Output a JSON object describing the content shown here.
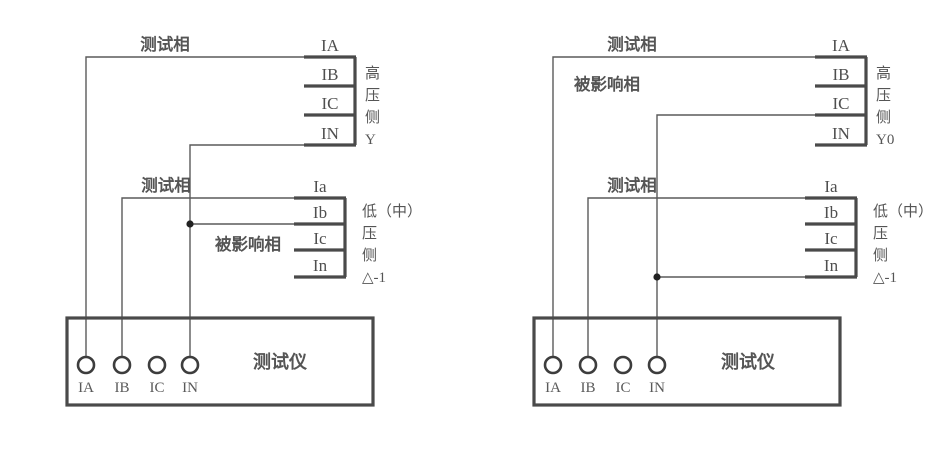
{
  "figure": {
    "kind": "transformer-test-wiring-diagram",
    "panels": [
      {
        "id": "left",
        "hv_block": {
          "terminals": [
            "IA",
            "IB",
            "IC",
            "IN"
          ],
          "side_label_lines": [
            "高",
            "压",
            "侧",
            "Y"
          ],
          "side_label": "高压侧 Y"
        },
        "lv_block": {
          "terminals": [
            "Ia",
            "Ib",
            "Ic",
            "In"
          ],
          "side_label_lines": [
            "低（中）",
            "压",
            "侧",
            "△-1"
          ],
          "side_label": "低（中）压侧 △-1"
        },
        "annotations": [
          {
            "name": "test-phase-hv",
            "text": "测试相"
          },
          {
            "name": "test-phase-lv",
            "text": "测试相"
          },
          {
            "name": "affected-phase",
            "text": "被影响相"
          }
        ],
        "instrument": {
          "title": "测试仪",
          "jacks": [
            "IA",
            "IB",
            "IC",
            "IN"
          ],
          "connected_jacks": [
            "IA",
            "IB",
            "IN"
          ]
        },
        "connections": [
          {
            "from_jack": "IA",
            "to_terminal": "IA",
            "block": "hv"
          },
          {
            "from_jack": "IB",
            "to_terminal": "Ia",
            "block": "lv"
          },
          {
            "from_jack": "IN",
            "to_terminal": "IN",
            "block": "hv",
            "junction_with": "Ib"
          },
          {
            "from_junction": "IN",
            "to_terminal": "Ib",
            "block": "lv"
          }
        ]
      },
      {
        "id": "right",
        "hv_block": {
          "terminals": [
            "IA",
            "IB",
            "IC",
            "IN"
          ],
          "side_label_lines": [
            "高",
            "压",
            "侧",
            "Y0"
          ],
          "side_label": "高压侧 Y0"
        },
        "lv_block": {
          "terminals": [
            "Ia",
            "Ib",
            "Ic",
            "In"
          ],
          "side_label_lines": [
            "低（中）",
            "压",
            "侧",
            "△-1"
          ],
          "side_label": "低（中）压侧 △-1"
        },
        "annotations": [
          {
            "name": "test-phase-hv",
            "text": "测试相"
          },
          {
            "name": "affected-phase",
            "text": "被影响相"
          },
          {
            "name": "test-phase-lv",
            "text": "测试相"
          }
        ],
        "instrument": {
          "title": "测试仪",
          "jacks": [
            "IA",
            "IB",
            "IC",
            "IN"
          ],
          "connected_jacks": [
            "IA",
            "IB",
            "IN"
          ]
        },
        "connections": [
          {
            "from_jack": "IA",
            "to_terminal": "IA",
            "block": "hv"
          },
          {
            "from_jack": "IB",
            "to_terminal": "Ia",
            "block": "lv"
          },
          {
            "from_jack": "IN",
            "to_terminal": "IC",
            "block": "hv",
            "junction_with": "In"
          },
          {
            "from_junction": "IN",
            "to_terminal": "In",
            "block": "lv"
          }
        ]
      }
    ]
  }
}
